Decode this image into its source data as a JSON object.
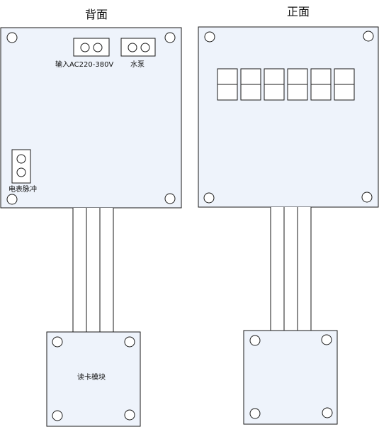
{
  "back": {
    "title": "背面",
    "input_label": "输入AC220-380V",
    "pump_label": "水泵",
    "meter_label": "电表脉冲",
    "card_module_label": "读卡模块"
  },
  "front": {
    "title": "正面",
    "display_digit_count": 6
  },
  "colors": {
    "board_fill": "#eef3fb",
    "stroke": "#1a1a1a"
  }
}
